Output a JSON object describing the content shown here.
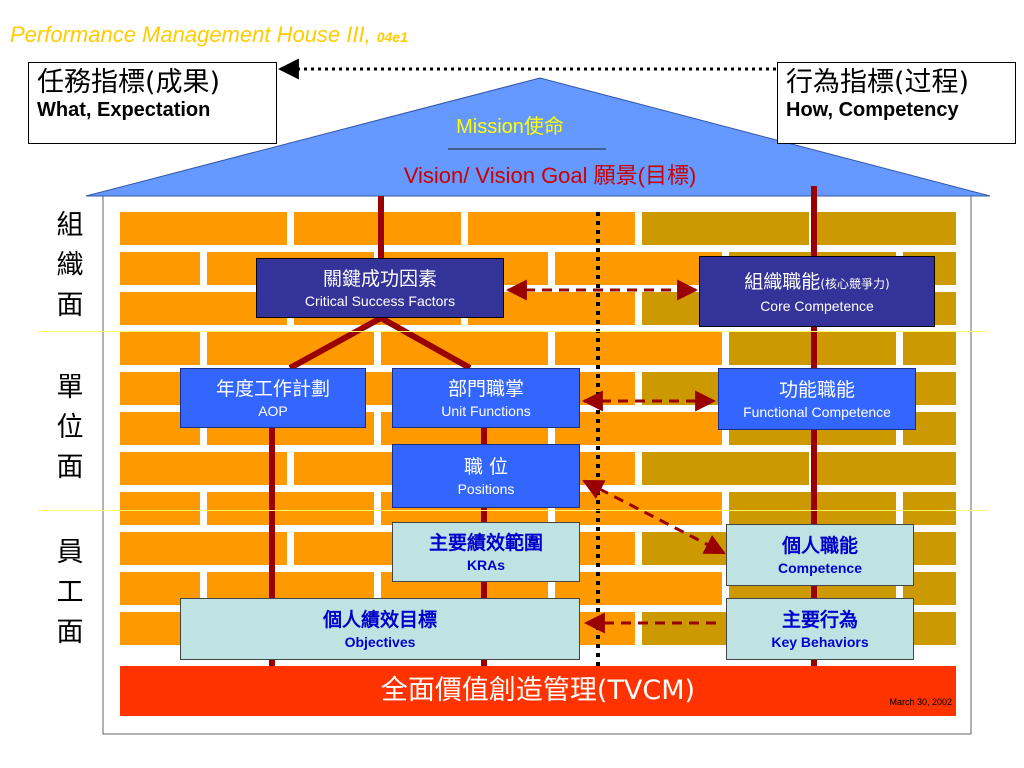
{
  "title": {
    "main": "Performance Management House III,",
    "sub": "04e1"
  },
  "corner_left": {
    "zh": "任務指標(成果)",
    "en": "What, Expectation"
  },
  "corner_right": {
    "zh": "行為指標(过程)",
    "en": "How, Competency"
  },
  "roof": {
    "mission": "Mission使命",
    "vision": "Vision/ Vision Goal 願景(目標)"
  },
  "bands": [
    {
      "label": "組\n織\n面"
    },
    {
      "label": "單\n位\n面"
    },
    {
      "label": "員\n工\n面"
    }
  ],
  "nodes": {
    "csf": {
      "zh": "關鍵成功因素",
      "en": "Critical Success Factors"
    },
    "core": {
      "zh": "組織職能",
      "zh_small": "(核心競爭力)",
      "en": "Core Competence"
    },
    "aop": {
      "zh": "年度工作計劃",
      "en": "AOP"
    },
    "unit": {
      "zh": "部門職掌",
      "en": "Unit Functions"
    },
    "func": {
      "zh": "功能職能",
      "en": "Functional Competence"
    },
    "pos": {
      "zh": "職 位",
      "en": "Positions"
    },
    "kra": {
      "zh": "主要績效範圍",
      "en": "KRAs"
    },
    "comp": {
      "zh": "個人職能",
      "en": "Competence"
    },
    "obj": {
      "zh": "個人績效目標",
      "en": "Objectives"
    },
    "kb": {
      "zh": "主要行為",
      "en": "Key Behaviors"
    }
  },
  "foundation": {
    "label": "全面價值創造管理(TVCM)",
    "date": "March 30, 2002"
  },
  "colors": {
    "roof": "#6699FF",
    "brick_light": "#FF9900",
    "brick_dark": "#CC9900",
    "foundation": "#FF3300",
    "pillar": "#990000",
    "arrow": "#990000"
  }
}
